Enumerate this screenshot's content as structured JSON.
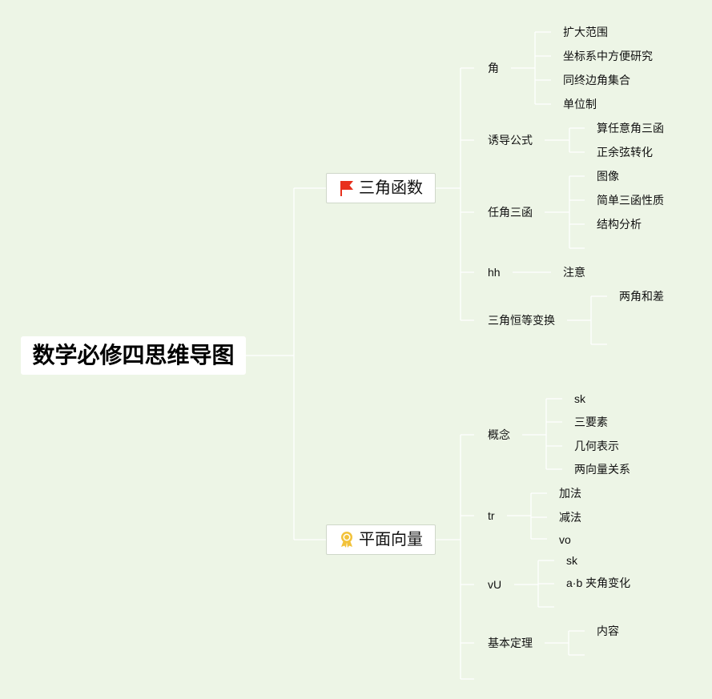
{
  "root": {
    "label": "数学必修四思维导图"
  },
  "branches": [
    {
      "label": "三角函数",
      "icon": "red-flag-icon",
      "color": "#e8301c",
      "topics": [
        {
          "label": "角",
          "children": [
            "扩大范围",
            "坐标系中方便研究",
            "同终边角集合",
            "单位制"
          ]
        },
        {
          "label": "诱导公式",
          "children": [
            "算任意角三函",
            "正余弦转化"
          ]
        },
        {
          "label": "任角三函",
          "children": [
            "图像",
            "简单三函性质",
            "结构分析"
          ]
        },
        {
          "label": "hh",
          "children": [
            "注意"
          ]
        },
        {
          "label": "三角恒等变换",
          "children": [
            "两角和差"
          ]
        }
      ]
    },
    {
      "label": "平面向量",
      "icon": "medal-ribbon-icon",
      "color": "#f2c23a",
      "topics": [
        {
          "label": "概念",
          "children": [
            "sk",
            "三要素",
            "几何表示",
            "两向量关系"
          ]
        },
        {
          "label": "tr",
          "children": [
            "加法",
            "减法",
            "vo"
          ]
        },
        {
          "label": "vU",
          "children": [
            "sk",
            "a·b 夹角变化"
          ]
        },
        {
          "label": "基本定理",
          "children": [
            "内容"
          ]
        }
      ]
    }
  ]
}
